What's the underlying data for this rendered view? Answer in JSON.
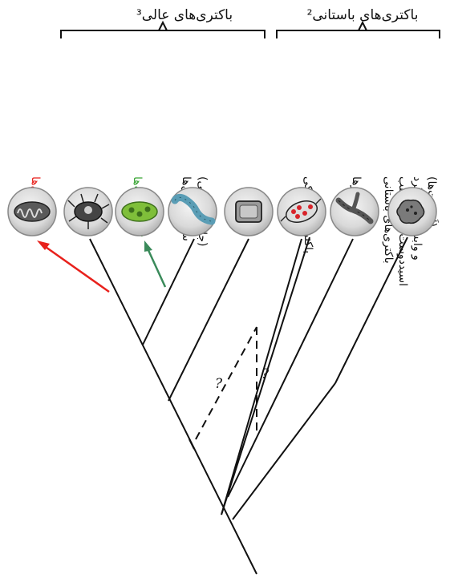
{
  "groups": {
    "archaea": "باکتری‌های باستانی²",
    "eubacteria": "باکتری‌های عالی³"
  },
  "organisms": {
    "mitochondria": "میتوکندری‌ها",
    "chloroplasts": "کلروپلاست‌ها",
    "cyanobacteria_line1": "سیانوباکتری‌ها",
    "cyanobacteria_line2": "(جلبک‌های آبی)",
    "halophiles": "باکتری‌های نمکی",
    "methanogens": "متان‌سازها",
    "thermo_line1": "باکتری‌های باستانی",
    "thermo_line2": "اسیددوست و گرماطلب",
    "thermo_line3": "و وابسته به گوگرد",
    "thermo_line4": "(اَئوسِت‌ها)"
  },
  "question_mark": "?",
  "colors": {
    "mitochondria_label": "#e8211c",
    "chloroplast_label": "#3aa535",
    "mitochondria_arrow": "#e8211c",
    "chloroplast_arrow": "#3a8a5a",
    "line": "#111111"
  },
  "icons": [
    "mitochondrion-icon",
    "eukaryotic-cell-icon",
    "chloroplast-icon",
    "cyanobacteria-icon",
    "bacterium-icon",
    "halophile-icon",
    "methanogen-icon",
    "thermophile-icon"
  ]
}
